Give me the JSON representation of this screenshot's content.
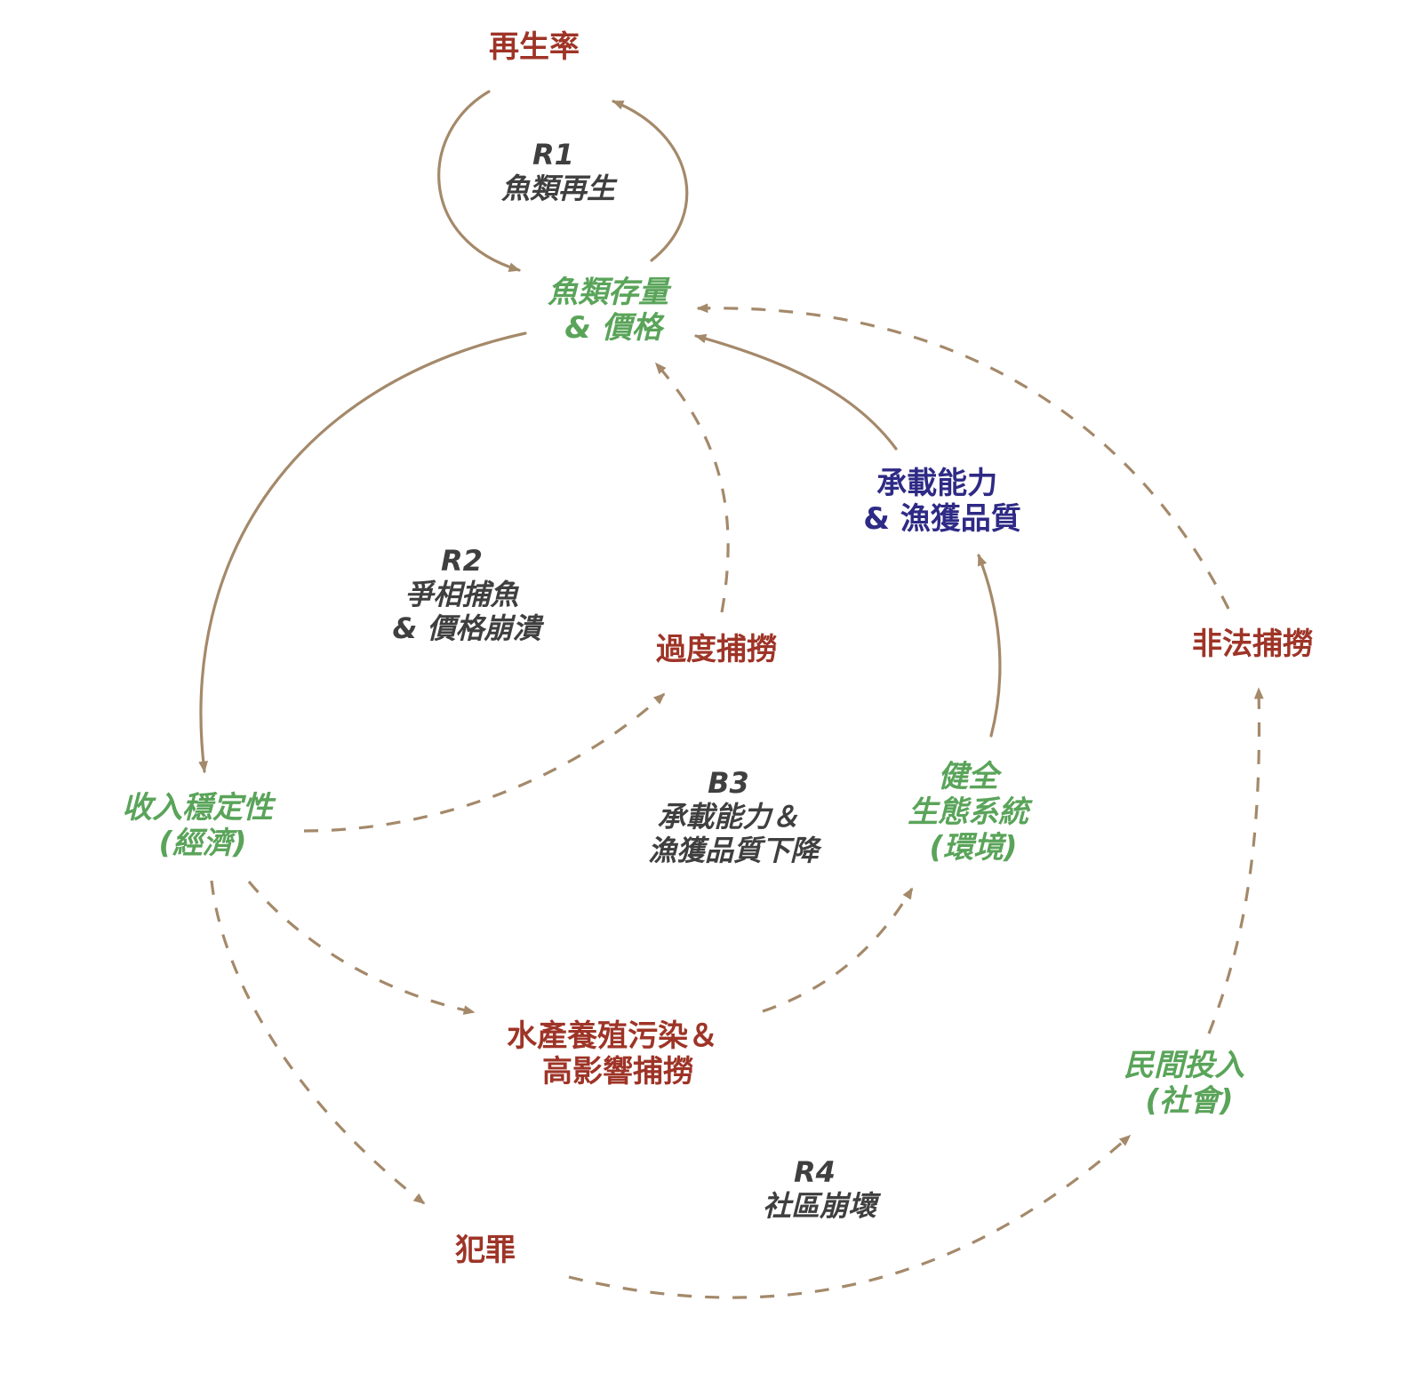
{
  "colors": {
    "arrow": "#A4896A",
    "negative_node": "#9E3427",
    "positive_node": "#5AA45A",
    "capacity_node": "#2E2A85",
    "loop_label": "#3F3F3F"
  },
  "nodes": {
    "regeneration_rate": {
      "lines": [
        "再生率"
      ]
    },
    "fish_stock": {
      "lines": [
        "魚類存量",
        "& 價格"
      ]
    },
    "carrying_capacity": {
      "lines": [
        "承載能力",
        "& 漁獲品質"
      ]
    },
    "overfishing": {
      "lines": [
        "過度捕撈"
      ]
    },
    "illegal_fishing": {
      "lines": [
        "非法捕撈"
      ]
    },
    "income_stability": {
      "lines": [
        "收入穩定性",
        "(經濟)"
      ]
    },
    "healthy_ecosystem": {
      "lines": [
        "健全",
        "生態系統",
        "(環境)"
      ]
    },
    "aquaculture_pollution": {
      "lines": [
        "水產養殖污染＆",
        "高影響捕撈"
      ]
    },
    "civil_investment": {
      "lines": [
        "民間投入",
        "(社會)"
      ]
    },
    "crime": {
      "lines": [
        "犯罪"
      ]
    }
  },
  "loops": {
    "r1": {
      "lines": [
        "R1",
        "魚類再生"
      ]
    },
    "r2": {
      "lines": [
        "R2",
        "爭相捕魚",
        "& 價格崩潰"
      ]
    },
    "b3": {
      "lines": [
        "B3",
        "承載能力＆",
        "漁獲品質下降"
      ]
    },
    "r4": {
      "lines": [
        "R4",
        "社區崩壞"
      ]
    }
  },
  "edges": [
    {
      "id": "regen-to-stock",
      "from": "regeneration_rate",
      "to": "fish_stock",
      "style": "solid"
    },
    {
      "id": "stock-to-regen",
      "from": "fish_stock",
      "to": "regeneration_rate",
      "style": "solid"
    },
    {
      "id": "stock-to-income",
      "from": "fish_stock",
      "to": "income_stability",
      "style": "solid"
    },
    {
      "id": "income-to-overfishing",
      "from": "income_stability",
      "to": "overfishing",
      "style": "dashed"
    },
    {
      "id": "overfishing-to-stock",
      "from": "overfishing",
      "to": "fish_stock",
      "style": "dashed"
    },
    {
      "id": "capacity-to-stock",
      "from": "carrying_capacity",
      "to": "fish_stock",
      "style": "solid"
    },
    {
      "id": "ecosystem-to-capacity",
      "from": "healthy_ecosystem",
      "to": "carrying_capacity",
      "style": "solid"
    },
    {
      "id": "income-to-pollution",
      "from": "income_stability",
      "to": "aquaculture_pollution",
      "style": "dashed"
    },
    {
      "id": "pollution-to-ecosystem",
      "from": "aquaculture_pollution",
      "to": "healthy_ecosystem",
      "style": "dashed"
    },
    {
      "id": "income-to-crime",
      "from": "income_stability",
      "to": "crime",
      "style": "dashed"
    },
    {
      "id": "crime-to-investment",
      "from": "crime",
      "to": "civil_investment",
      "style": "dashed"
    },
    {
      "id": "investment-to-illegal",
      "from": "civil_investment",
      "to": "illegal_fishing",
      "style": "dashed"
    },
    {
      "id": "illegal-to-stock",
      "from": "illegal_fishing",
      "to": "fish_stock",
      "style": "dashed"
    }
  ]
}
